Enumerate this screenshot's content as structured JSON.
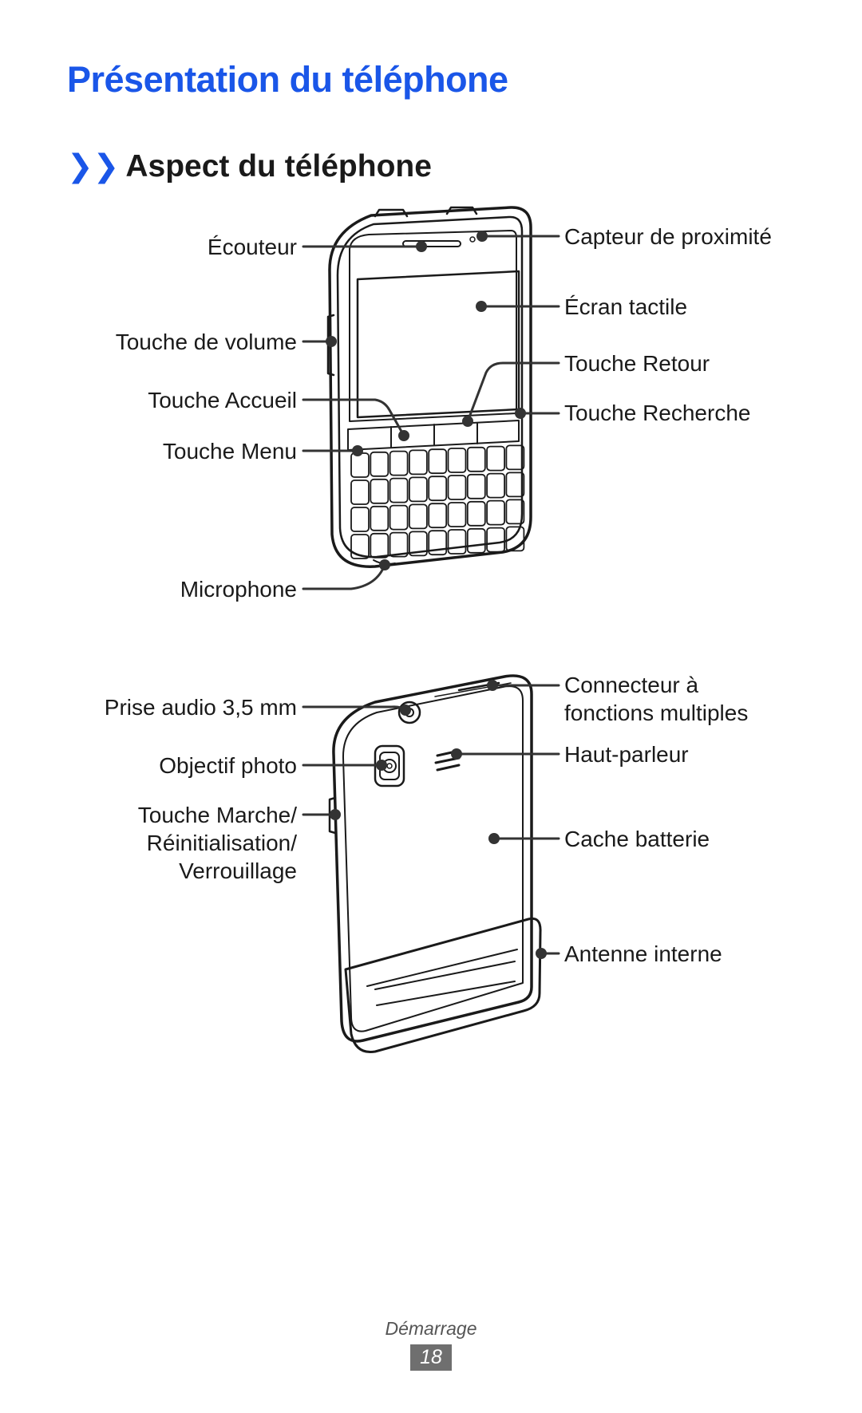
{
  "page_title": "Présentation du téléphone",
  "section": {
    "chevron": "❯❯",
    "title": "Aspect du téléphone"
  },
  "front_labels": {
    "earpiece": "Écouteur",
    "volume_key": "Touche de volume",
    "home_key": "Touche Accueil",
    "menu_key": "Touche Menu",
    "microphone": "Microphone",
    "proximity_sensor": "Capteur de proximité",
    "touch_screen": "Écran tactile",
    "back_key": "Touche Retour",
    "search_key": "Touche Recherche"
  },
  "back_labels": {
    "audio_jack": "Prise audio 3,5 mm",
    "camera_lens": "Objectif photo",
    "power_key_line1": "Touche Marche/",
    "power_key_line2": "Réinitialisation/",
    "power_key_line3": "Verrouillage",
    "connector_line1": "Connecteur à",
    "connector_line2": "fonctions multiples",
    "speaker": "Haut-parleur",
    "battery_cover": "Cache batterie",
    "antenna": "Antenne interne"
  },
  "footer": {
    "section_name": "Démarrage",
    "page_number": "18"
  },
  "colors": {
    "title_blue": "#1a56e8",
    "text": "#1a1a1a",
    "line": "#333333",
    "badge": "#6f6f6f"
  },
  "icons": {
    "section_chevron": "double-chevron-right-icon"
  }
}
